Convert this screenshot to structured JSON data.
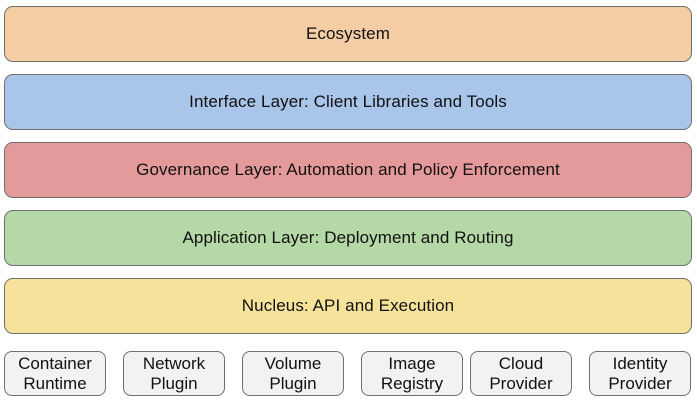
{
  "layers": [
    {
      "label": "Ecosystem",
      "color": "#f4cda4"
    },
    {
      "label": "Interface Layer: Client Libraries and Tools",
      "color": "#a9c5e9"
    },
    {
      "label": "Governance Layer: Automation and Policy Enforcement",
      "color": "#e49a9a"
    },
    {
      "label": "Application Layer: Deployment and Routing",
      "color": "#b5d8a7"
    },
    {
      "label": "Nucleus: API and Execution",
      "color": "#f7e29c"
    }
  ],
  "plugins": [
    {
      "line1": "Container",
      "line2": "Runtime"
    },
    {
      "line1": "Network",
      "line2": "Plugin"
    },
    {
      "line1": "Volume",
      "line2": "Plugin"
    },
    {
      "line1": "Image",
      "line2": "Registry"
    },
    {
      "line1": "Cloud",
      "line2": "Provider"
    },
    {
      "line1": "Identity",
      "line2": "Provider"
    }
  ],
  "colors": {
    "border": "#6f6f6f",
    "plugin_fill": "#f2f2f2"
  }
}
